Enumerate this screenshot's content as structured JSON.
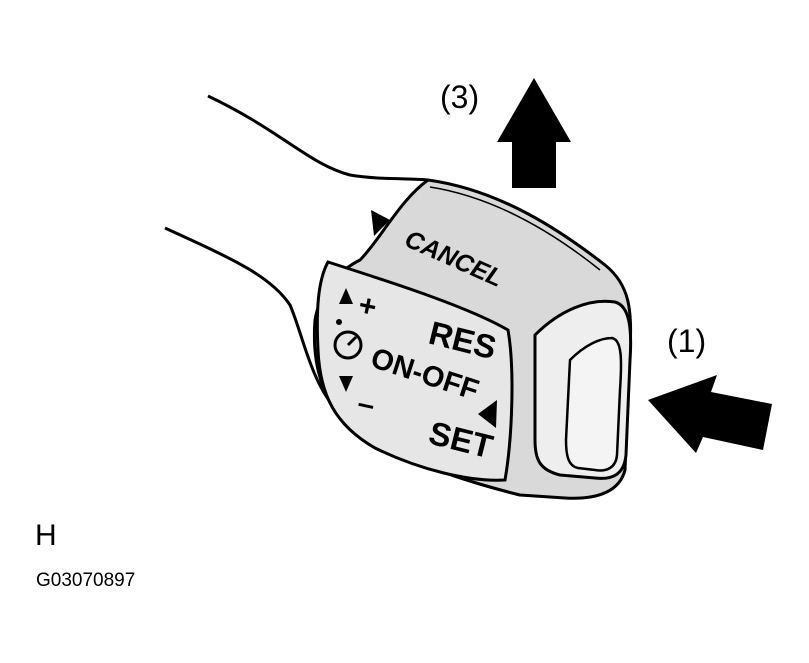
{
  "callouts": {
    "push": "(1)",
    "pull": "(3)"
  },
  "lever_labels": {
    "cancel": "CANCEL",
    "res": "RES",
    "on_off": "ON-OFF",
    "set": "SET",
    "plus": "+",
    "minus": "–"
  },
  "corner_letter": "H",
  "figure_code": "G03070897",
  "colors": {
    "body_fill": "#d9d9d9",
    "face_fill": "#e6e6e6",
    "button_fill": "#eeeeee",
    "ink": "#000000"
  },
  "icons": [
    "arrow-up-icon",
    "arrow-left-icon",
    "speedometer-icon",
    "triangle-up-icon",
    "triangle-down-icon",
    "triangle-right-icon",
    "triangle-left-icon"
  ]
}
